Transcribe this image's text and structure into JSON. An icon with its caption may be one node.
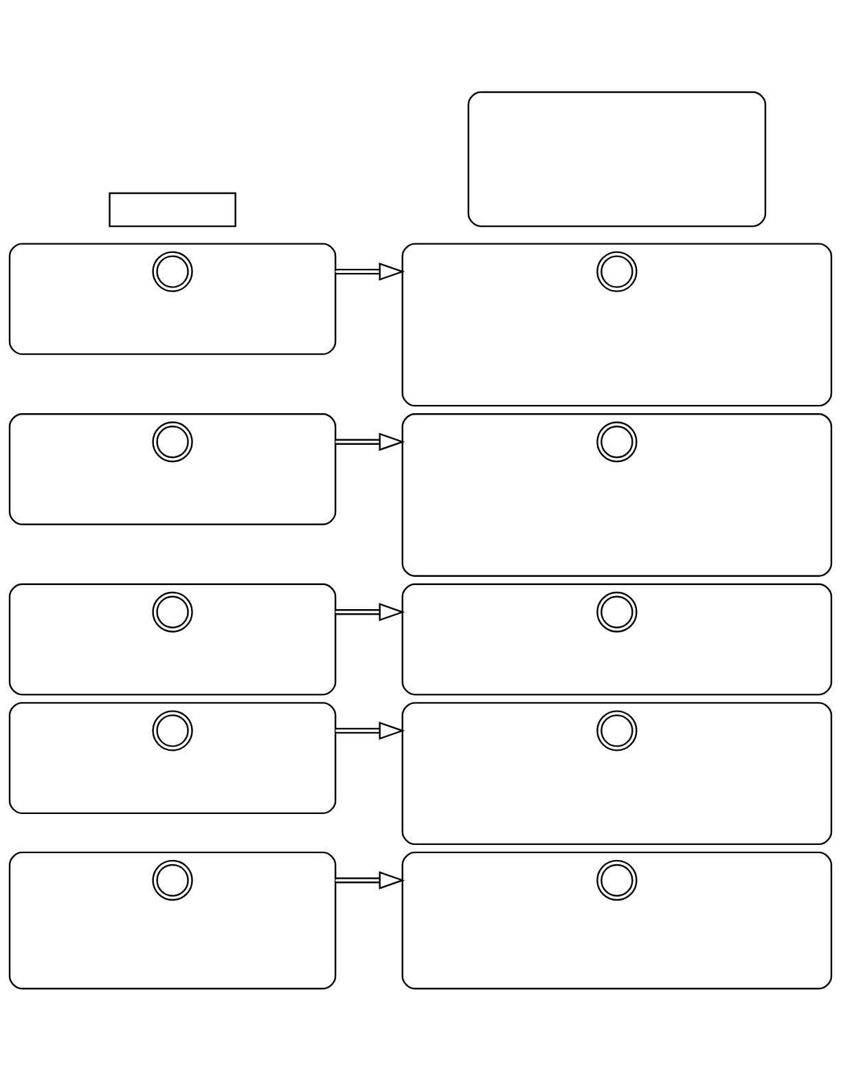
{
  "diagram": {
    "nodes": [
      {
        "text": [],
        "shape": "box"
      },
      {
        "text": [],
        "shape": "box"
      },
      {
        "text": [],
        "shape": "circle",
        "in": 1
      },
      {
        "text": [],
        "shape": "box"
      },
      {
        "text": [],
        "shape": "circle",
        "in": 3
      },
      {
        "text": [],
        "shape": "box"
      },
      {
        "text": [],
        "shape": "box"
      },
      {
        "text": [],
        "shape": "circle",
        "in": 6
      },
      {
        "text": [],
        "shape": "box"
      },
      {
        "text": [],
        "shape": "circle",
        "in": 8
      },
      {
        "text": [],
        "shape": "box"
      },
      {
        "text": [],
        "shape": "circle",
        "in": 10
      },
      {
        "text": [],
        "shape": "box"
      },
      {
        "text": [],
        "shape": "circle",
        "in": 12
      },
      {
        "text": [],
        "shape": "box"
      },
      {
        "text": [],
        "shape": "circle",
        "in": 14
      },
      {
        "text": [],
        "shape": "box"
      },
      {
        "text": [],
        "shape": "circle",
        "in": 16
      },
      {
        "text": [],
        "shape": "box"
      },
      {
        "text": [],
        "shape": "circle",
        "in": 18
      },
      {
        "text": [],
        "shape": "box"
      },
      {
        "text": [],
        "shape": "circle",
        "in": 20
      }
    ],
    "edges": [
      {
        "from": 1,
        "to": 3,
        "arrow": "to"
      },
      {
        "from": 6,
        "to": 8,
        "arrow": "to"
      },
      {
        "from": 10,
        "to": 12,
        "arrow": "to"
      },
      {
        "from": 14,
        "to": 16,
        "arrow": "to"
      },
      {
        "from": 18,
        "to": 20,
        "arrow": "to"
      }
    ]
  }
}
